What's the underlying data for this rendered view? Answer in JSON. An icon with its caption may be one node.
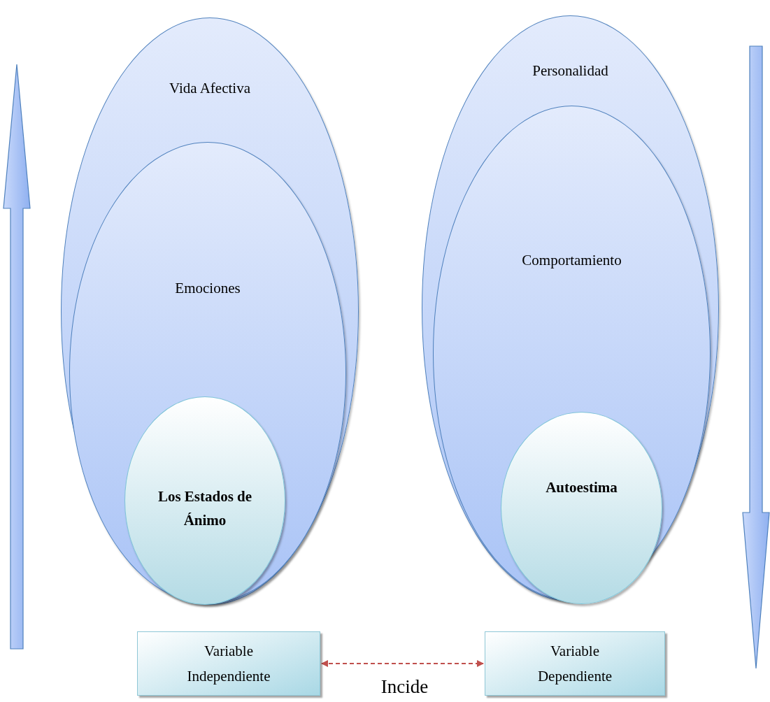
{
  "diagram": {
    "nodes": [
      {
        "text": [
          "Vida Afectiva"
        ]
      },
      {
        "text": [
          "Emociones"
        ],
        "in": 0
      },
      {
        "text": [
          "Los Estados de Ánimo"
        ],
        "in": 1
      },
      {
        "text": [
          "Personalidad"
        ]
      },
      {
        "text": [
          "Comportamiento"
        ],
        "in": 3
      },
      {
        "text": [
          "Autoestima"
        ],
        "in": 4
      },
      {
        "text": [
          "Variable Independiente"
        ]
      },
      {
        "text": [
          "Variable Dependiente"
        ]
      }
    ],
    "edges": [
      {
        "from": 6,
        "to": 7,
        "arrow": "both",
        "label": "Incide",
        "style": "dashed",
        "color": "#c0504d"
      }
    ]
  }
}
